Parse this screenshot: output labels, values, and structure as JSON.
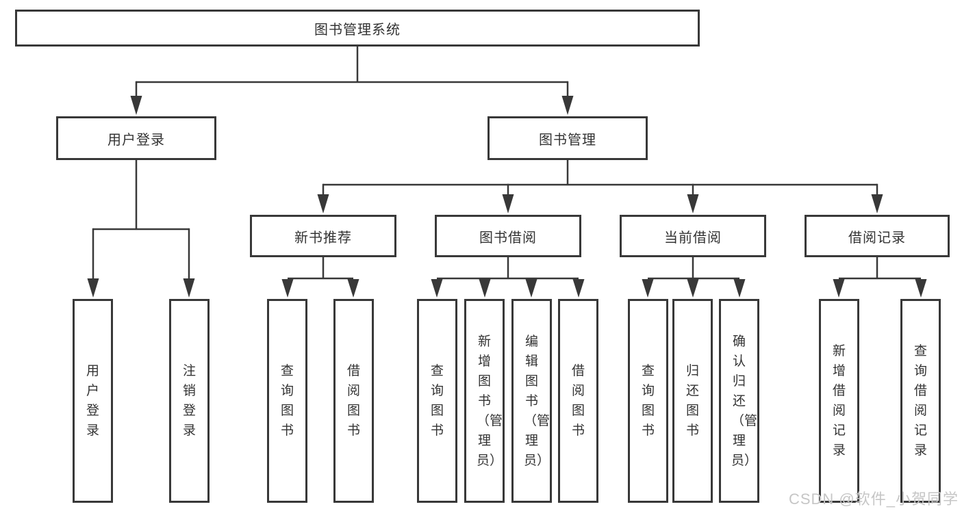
{
  "tree": {
    "root": "图书管理系统",
    "children": [
      {
        "label": "用户登录",
        "children": [
          "用户登录",
          "注销登录"
        ]
      },
      {
        "label": "图书管理",
        "children": [
          {
            "label": "新书推荐",
            "children": [
              "查询图书",
              "借阅图书"
            ]
          },
          {
            "label": "图书借阅",
            "children": [
              "查询图书",
              "新增图书（管理员）",
              "编辑图书（管理员）",
              "借阅图书"
            ]
          },
          {
            "label": "当前借阅",
            "children": [
              "查询图书",
              "归还图书",
              "确认归还（管理员）"
            ]
          },
          {
            "label": "借阅记录",
            "children": [
              "新增借阅记录",
              "查询借阅记录"
            ]
          }
        ]
      }
    ]
  },
  "watermark": {
    "text": "CSDN @软件_小贺同学"
  },
  "colors": {
    "line": "#383838",
    "box_border": "#383838",
    "text": "#333333",
    "watermark": "#c6c6c6",
    "background": "#ffffff"
  }
}
